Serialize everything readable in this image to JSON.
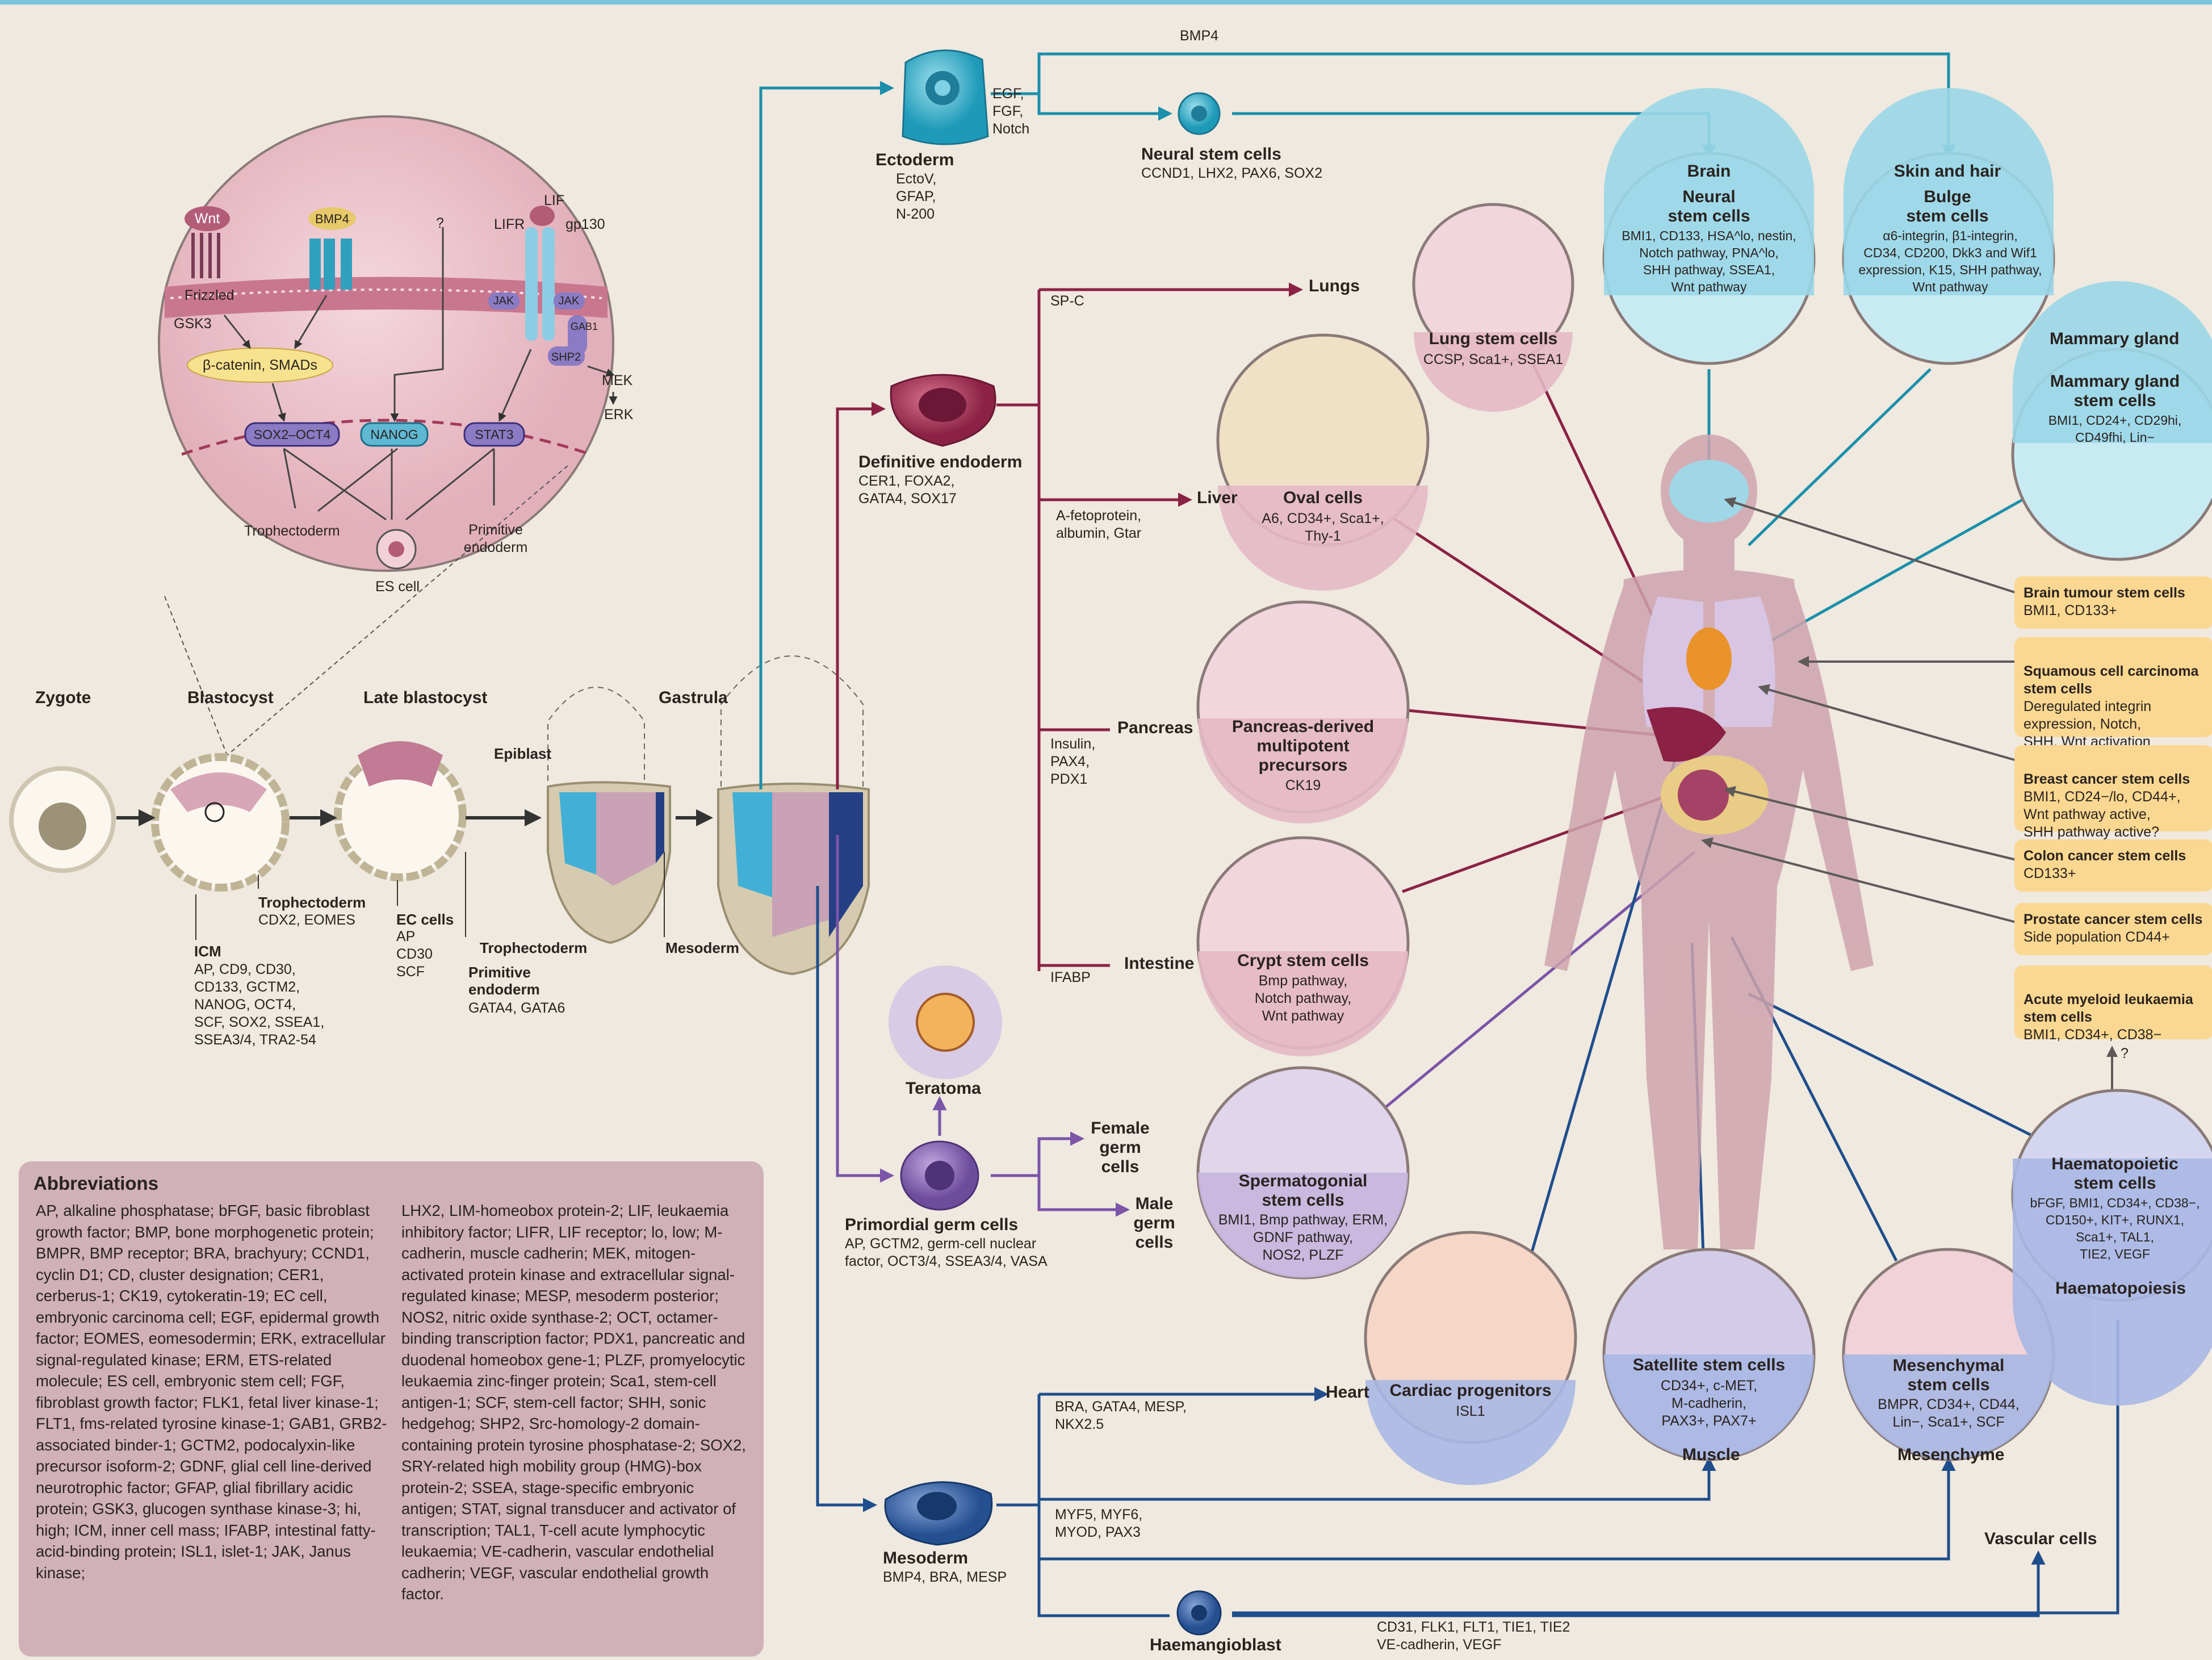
{
  "diagram": {
    "bmp4_top": "BMP4",
    "ectoderm": {
      "title": "Ectoderm",
      "markers": "EctoV,\nGFAP,\nN-200",
      "signals": "EGF,\nFGF,\nNotch"
    },
    "neural_progenitor": {
      "title": "Neural stem cells",
      "markers": "CCND1, LHX2, PAX6, SOX2"
    },
    "brain": {
      "region": "Brain",
      "title": "Neural\nstem cells",
      "markers": "BMI1, CD133, HSA^lo, nestin,\nNotch pathway, PNA^lo,\nSHH pathway, SSEA1,\nWnt pathway"
    },
    "skin": {
      "region": "Skin and hair",
      "title": "Bulge\nstem cells",
      "markers": "α6-integrin, β1-integrin,\nCD34, CD200, Dkk3 and Wif1\nexpression, K15, SHH pathway,\nWnt pathway"
    },
    "mammary": {
      "region": "Mammary gland",
      "title": "Mammary gland\nstem cells",
      "markers": "BMI1, CD24+, CD29hi,\nCD49fhi, Lin−"
    },
    "endoderm": {
      "title": "Definitive endoderm",
      "markers": "CER1, FOXA2,\nGATA4, SOX17"
    },
    "lungs": {
      "label": "Lungs",
      "signal": "SP-C",
      "title": "Lung stem cells",
      "markers": "CCSP, Sca1+, SSEA1"
    },
    "liver": {
      "label": "Liver",
      "signal": "A-fetoprotein,\nalbumin, Gtar",
      "title": "Oval cells",
      "markers": "A6, CD34+, Sca1+,\nThy-1"
    },
    "pancreas": {
      "label": "Pancreas",
      "signal": "Insulin,\nPAX4,\nPDX1",
      "title": "Pancreas-derived\nmultipotent\nprecursors",
      "markers": "CK19"
    },
    "intestine": {
      "label": "Intestine",
      "signal": "IFABP",
      "title": "Crypt stem cells",
      "markers": "Bmp pathway,\nNotch pathway,\nWnt pathway"
    },
    "teratoma": "Teratoma",
    "pgc": {
      "title": "Primordial germ cells",
      "markers": "AP, GCTM2, germ-cell nuclear\nfactor, OCT3/4, SSEA3/4, VASA"
    },
    "female_germ": "Female\ngerm cells",
    "male_germ": "Male\ngerm cells",
    "spermatogonial": {
      "title": "Spermatogonial\nstem cells",
      "markers": "BMI1, Bmp pathway, ERM,\nGDNF pathway,\nNOS2, PLZF"
    },
    "mesoderm": {
      "title": "Mesoderm",
      "markers": "BMP4, BRA, MESP"
    },
    "heart": {
      "label": "Heart",
      "signal": "BRA, GATA4, MESP,\nNKX2.5",
      "title": "Cardiac progenitors",
      "markers": "ISL1"
    },
    "muscle": {
      "label": "Muscle",
      "signal": "MYF5, MYF6,\nMYOD, PAX3",
      "title": "Satellite stem cells",
      "markers": "CD34+, c-MET,\nM-cadherin,\nPAX3+, PAX7+"
    },
    "mesenchyme": {
      "label": "Mesenchyme",
      "title": "Mesenchymal\nstem cells",
      "markers": "BMPR, CD34+, CD44,\nLin−, Sca1+, SCF"
    },
    "haem": {
      "label": "Haematopoiesis",
      "title": "Haematopoietic\nstem cells",
      "markers": "bFGF, BMI1, CD34+, CD38−,\nCD150+, KIT+, RUNX1,\nSca1+, TAL1,\nTIE2, VEGF"
    },
    "vascular": "Vascular cells",
    "haemangioblast": {
      "title": "Haemangioblast",
      "markers": "CD31, FLK1, FLT1, TIE1, TIE2\nVE-cadherin, VEGF"
    },
    "q_mark": "?",
    "early": {
      "zygote": "Zygote",
      "blastocyst": "Blastocyst",
      "late_blastocyst": "Late blastocyst",
      "gastrula": "Gastrula",
      "epiblast": "Epiblast",
      "icm": {
        "title": "ICM",
        "markers": "AP, CD9, CD30,\nCD133, GCTM2,\nNANOG, OCT4,\nSCF, SOX2, SSEA1,\nSSEA3/4, TRA2-54"
      },
      "troph1": {
        "title": "Trophectoderm",
        "markers": "CDX2, EOMES"
      },
      "ec": {
        "title": "EC cells",
        "markers": "AP\nCD30\nSCF"
      },
      "troph2": "Trophectoderm",
      "prim_endo": {
        "title": "Primitive\nendoderm",
        "markers": "GATA4, GATA6"
      },
      "mesoderm_label": "Mesoderm"
    },
    "signalling": {
      "wnt": "Wnt",
      "frizzled": "Frizzled",
      "bmp4": "BMP4",
      "gsk3": "GSK3",
      "qmark": "?",
      "lif": "LIF",
      "lifr": "LIFR",
      "gp130": "gp130",
      "jak": "JAK",
      "shp2": "SHP2",
      "gab1": "GAB1",
      "mek": "MEK",
      "erk": "ERK",
      "bcat": "β-catenin, SMADs",
      "sox2": "SOX2–OCT4",
      "nanog": "NANOG",
      "stat3": "STAT3",
      "troph": "Trophectoderm",
      "prim": "Primitive\nendoderm",
      "es": "ES cell"
    }
  },
  "cancer_boxes": [
    {
      "title": "Brain tumour stem cells",
      "text": "BMI1, CD133+"
    },
    {
      "title": "Squamous cell carcinoma\nstem cells",
      "text": "Deregulated integrin\nexpression, Notch,\nSHH, Wnt activation"
    },
    {
      "title": "Breast cancer stem cells",
      "text": "BMI1, CD24−/lo, CD44+,\nWnt pathway active,\nSHH pathway active?"
    },
    {
      "title": "Colon cancer stem cells",
      "text": "CD133+"
    },
    {
      "title": "Prostate cancer stem cells",
      "text": "Side population CD44+"
    },
    {
      "title": "Acute myeloid leukaemia\nstem cells",
      "text": "BMI1, CD34+, CD38−"
    }
  ],
  "abbreviations": {
    "title": "Abbreviations",
    "col1": "AP, alkaline phosphatase; bFGF, basic fibroblast growth factor; BMP, bone morphogenetic protein; BMPR, BMP receptor; BRA, brachyury; CCND1, cyclin D1; CD, cluster designation; CER1, cerberus-1; CK19, cytokeratin-19; EC cell, embryonic carcinoma cell; EGF, epidermal growth factor; EOMES, eomesodermin; ERK, extracellular signal-regulated kinase; ERM, ETS-related molecule; ES cell, embryonic stem cell; FGF, fibroblast growth factor; FLK1, fetal liver kinase-1; FLT1, fms-related tyrosine kinase-1; GAB1, GRB2-associated binder-1; GCTM2, podocalyxin-like precursor isoform-2; GDNF, glial cell line-derived neurotrophic factor; GFAP, glial fibrillary acidic protein; GSK3, glucogen synthase kinase-3; hi, high; ICM, inner cell mass; IFABP, intestinal fatty-acid-binding protein; ISL1, islet-1; JAK, Janus kinase;",
    "col2": "LHX2, LIM-homeobox protein-2; LIF, leukaemia inhibitory factor; LIFR, LIF receptor; lo, low; M-cadherin, muscle cadherin; MEK, mitogen-activated protein kinase and extracellular signal-regulated kinase; MESP, mesoderm posterior; NOS2, nitric oxide synthase-2; OCT, octamer-binding transcription factor; PDX1, pancreatic and duodenal homeobox gene-1; PLZF, promyelocytic leukaemia zinc-finger protein; Sca1, stem-cell antigen-1; SCF, stem-cell factor; SHH, sonic hedgehog; SHP2, Src-homology-2 domain-containing protein tyrosine phosphatase-2; SOX2, SRY-related high mobility group (HMG)-box protein-2; SSEA, stage-specific embryonic antigen; STAT, signal transducer and activator of transcription; TAL1, T-cell acute lymphocytic leukaemia; VE-cadherin, vascular endothelial cadherin; VEGF, vascular endothelial growth factor."
  }
}
